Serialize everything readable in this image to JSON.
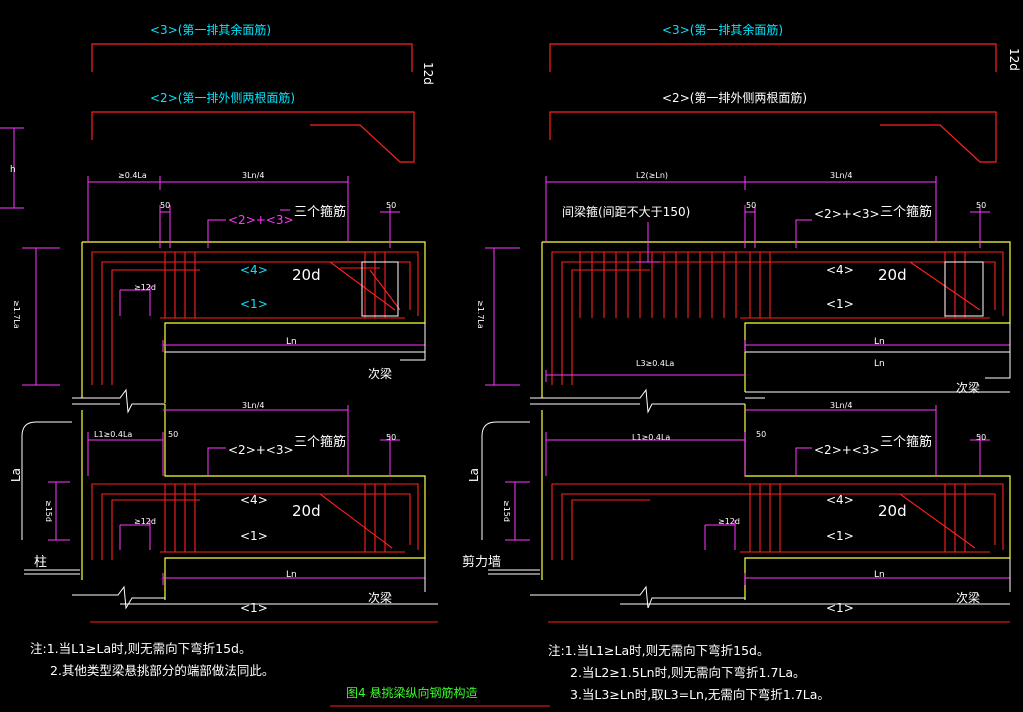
{
  "labels": {
    "rebar3": "<3>(第一排其余面筋)",
    "rebar2": "<2>(第一排外侧两根面筋)",
    "d12": "12d",
    "h": "h",
    "la04": "≥0.4La",
    "l2": "L2(≥Ln)",
    "ln4": "3Ln/4",
    "fifty": "50",
    "three_stirrups": "三个箍筋",
    "r23": "<2>+<3>",
    "r4": "<4>",
    "r1": "<1>",
    "d20": "20d",
    "d12b": "≥12d",
    "d17la": "≥1.7La",
    "ln": "Ln",
    "l3": "L3≥0.4La",
    "secondary_beam": "次梁",
    "l1": "L1≥0.4La",
    "la": "La",
    "d15": "≥15d",
    "column": "柱",
    "shear_wall": "剪力墙",
    "spacing": "间梁箍(间距不大于150)"
  },
  "notes_left": {
    "n1": "注:1.当L1≥La时,则无需向下弯折15d。",
    "n2": "2.其他类型梁悬挑部分的端部做法同此。"
  },
  "notes_right": {
    "n1": "注:1.当L1≥La时,则无需向下弯折15d。",
    "n2": "2.当L2≥1.5Ln时,则无需向下弯折1.7La。",
    "n3": "3.当L3≥Ln时,取L3=Ln,无需向下弯折1.7La。"
  },
  "figure_title": "图4  悬挑梁纵向钢筋构造"
}
